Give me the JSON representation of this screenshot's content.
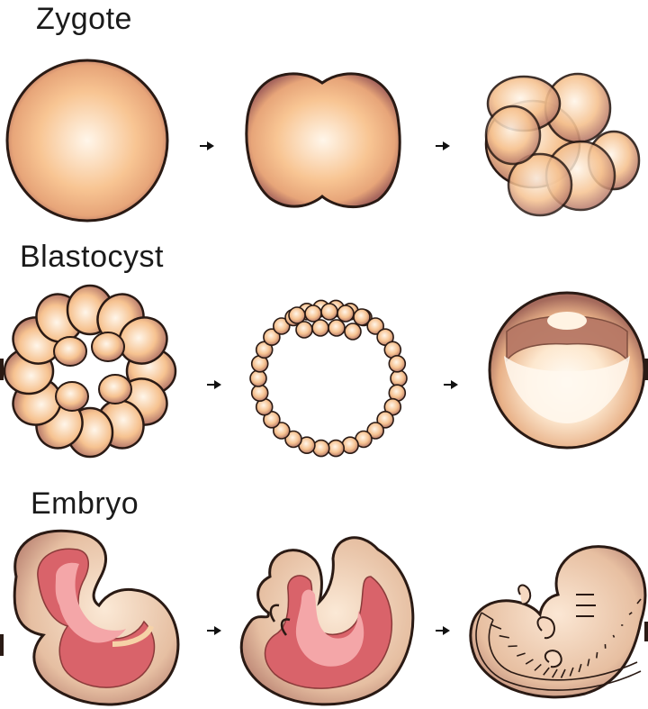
{
  "rows": [
    {
      "label": "Zygote"
    },
    {
      "label": "Blastocyst"
    },
    {
      "label": "Embryo"
    }
  ],
  "colors": {
    "outline": "#2a1a14",
    "cell_light": "#fff3e6",
    "cell_mid": "#f6c08c",
    "cell_dark": "#b9776a",
    "tissue_red": "#d9636a",
    "tissue_pink": "#f3a4a6",
    "embryo_skin": "#e9c3a8"
  },
  "icons": [
    "arrow-right-icon"
  ]
}
